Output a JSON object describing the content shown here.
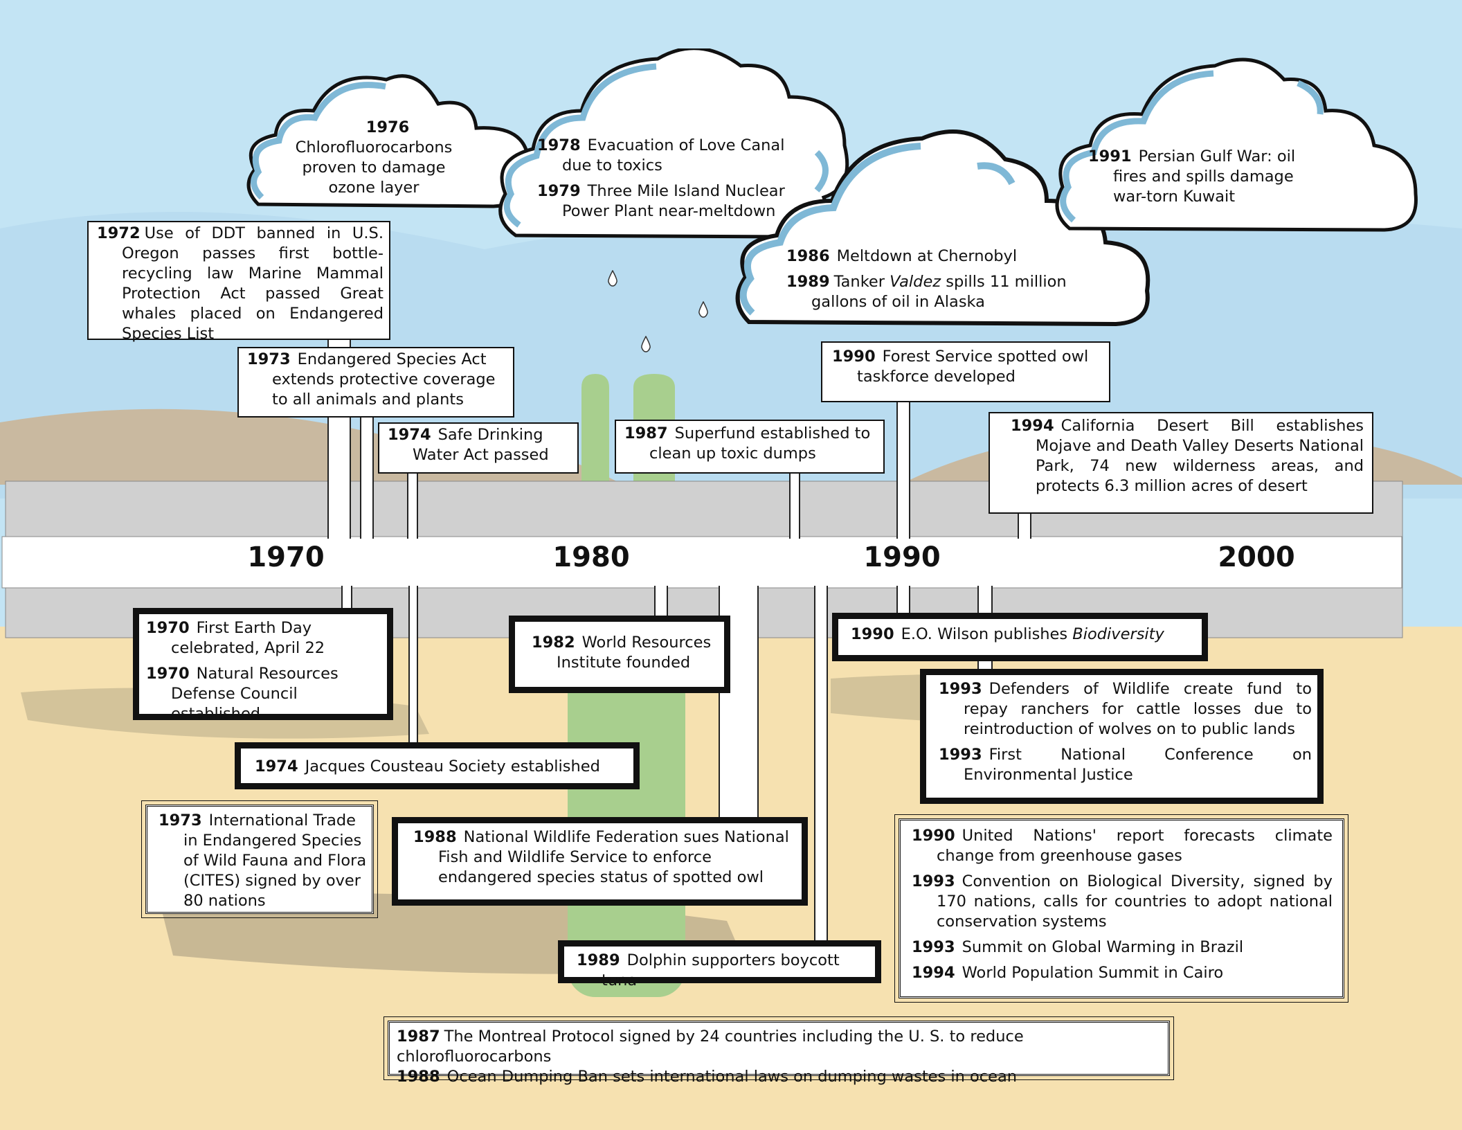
{
  "timeline": {
    "decades": [
      "1970",
      "1980",
      "1990",
      "2000"
    ]
  },
  "colors": {
    "sky": "#c3e4f4",
    "sand": "#f6e1b0",
    "band": "#d0d0d0",
    "cactus": "#a8cf8e",
    "cloud_trim": "#7fb8d6"
  },
  "clouds": {
    "c1976": {
      "year": "1976",
      "text": "Chlorofluorocarbons proven to damage ozone layer"
    },
    "c1978": {
      "year": "1978",
      "text": "Evacuation of Love Canal due to toxics"
    },
    "c1979": {
      "year": "1979",
      "text": "Three Mile Island Nuclear Power Plant near-meltdown"
    },
    "c1986": {
      "year": "1986",
      "text": "Meltdown at Chernobyl"
    },
    "c1989": {
      "year": "1989",
      "text_before": "Tanker",
      "text_italic": "Valdez",
      "text_after": "spills 11 million gallons of oil in Alaska"
    },
    "c1991": {
      "year": "1991",
      "text": "Persian Gulf War: oil fires and spills damage war-torn Kuwait"
    }
  },
  "boxes": {
    "b1972": {
      "year": "1972",
      "text": "Use of DDT banned in U.S. Oregon passes first bottle-recycling law Marine Mammal Protection Act passed Great whales placed on Endangered Species List"
    },
    "b1973a": {
      "year": "1973",
      "text": "Endangered Species Act extends protective coverage to all animals and plants"
    },
    "b1974a": {
      "year": "1974",
      "text": "Safe Drinking Water Act passed"
    },
    "b1987a": {
      "year": "1987",
      "text": "Superfund established to clean up toxic dumps"
    },
    "b1990a": {
      "year": "1990",
      "text": "Forest Service spotted owl taskforce developed"
    },
    "b1994a": {
      "year": "1994",
      "text": "California Desert Bill establishes Mojave and Death Valley Deserts National Park, 74 new wilderness areas, and protects 6.3 million acres of desert"
    },
    "b1970": [
      {
        "year": "1970",
        "text": "First Earth Day celebrated, April 22"
      },
      {
        "year": "1970",
        "text": "Natural Resources Defense Council established"
      }
    ],
    "b1982": {
      "year": "1982",
      "text": "World Resources Institute founded"
    },
    "b1990b": {
      "year": "1990",
      "text_before": "E.O. Wilson publishes",
      "text_italic": "Biodiversity"
    },
    "b1993a": [
      {
        "year": "1993",
        "text": "Defenders of Wildlife create fund to repay ranchers for cattle losses due to reintroduction of wolves on to public lands"
      },
      {
        "year": "1993",
        "text": "First National Conference on Environmental Justice"
      }
    ],
    "b1974b": {
      "year": "1974",
      "text": "Jacques Cousteau Society established"
    },
    "b1973b": {
      "year": "1973",
      "text": "International Trade in Endangered Species of Wild Fauna and Flora (CITES) signed by over 80 nations"
    },
    "b1988a": {
      "year": "1988",
      "text": "National Wildlife Federation sues National Fish and Wildlife Service to enforce endangered species status of spotted owl"
    },
    "b1989": {
      "year": "1989",
      "text": "Dolphin supporters boycott tuna"
    },
    "b1990c": [
      {
        "year": "1990",
        "text": "United Nations' report forecasts climate change from greenhouse gases"
      },
      {
        "year": "1993",
        "text": "Convention on Biological Diversity, signed by 170 nations, calls for countries to adopt national conservation systems"
      },
      {
        "year": "1993",
        "text": "Summit on Global Warming in Brazil"
      },
      {
        "year": "1994",
        "text": "World Population Summit in Cairo"
      }
    ],
    "b1987b": [
      {
        "year": "1987",
        "text": "The Montreal Protocol signed by 24 countries including the U. S. to reduce chlorofluorocarbons"
      },
      {
        "year": "1988",
        "text": "Ocean Dumping Ban sets international laws on dumping wastes in ocean"
      }
    ]
  }
}
